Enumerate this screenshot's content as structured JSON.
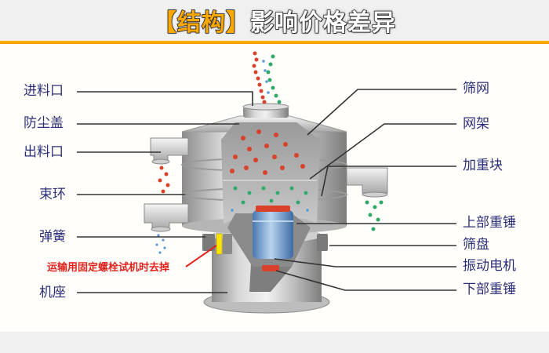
{
  "header": {
    "title_highlight": "【结构】",
    "title_rest": "影响价格差异",
    "accent_color": "#ffa800",
    "rule_color": "#f5a300"
  },
  "diagram": {
    "subject": "vibrating-screen-sieve",
    "left_labels": [
      {
        "id": "feed-inlet",
        "text": "进料口"
      },
      {
        "id": "dust-cover",
        "text": "防尘盖"
      },
      {
        "id": "discharge-outlet",
        "text": "出料口"
      },
      {
        "id": "clamp-ring",
        "text": "束环"
      },
      {
        "id": "spring",
        "text": "弹簧"
      },
      {
        "id": "base",
        "text": "机座"
      }
    ],
    "right_labels": [
      {
        "id": "screen-mesh",
        "text": "筛网"
      },
      {
        "id": "mesh-frame",
        "text": "网架"
      },
      {
        "id": "weight-block",
        "text": "加重块"
      },
      {
        "id": "upper-weight",
        "text": "上部重锤"
      },
      {
        "id": "screen-tray",
        "text": "筛盘"
      },
      {
        "id": "vibration-motor",
        "text": "振动电机"
      },
      {
        "id": "lower-weight",
        "text": "下部重锤"
      }
    ],
    "warning_note": "运输用固定螺栓试机时去掉",
    "colors": {
      "label_text": "#2b2f78",
      "warning_text": "#e0241d",
      "leader_line": "#333333",
      "particle_red": "#d9412b",
      "particle_green": "#2fa86a",
      "particle_blue": "#5b9bd5",
      "bolt_yellow": "#ffe600",
      "motor_blue": "#6f9fd0"
    }
  }
}
